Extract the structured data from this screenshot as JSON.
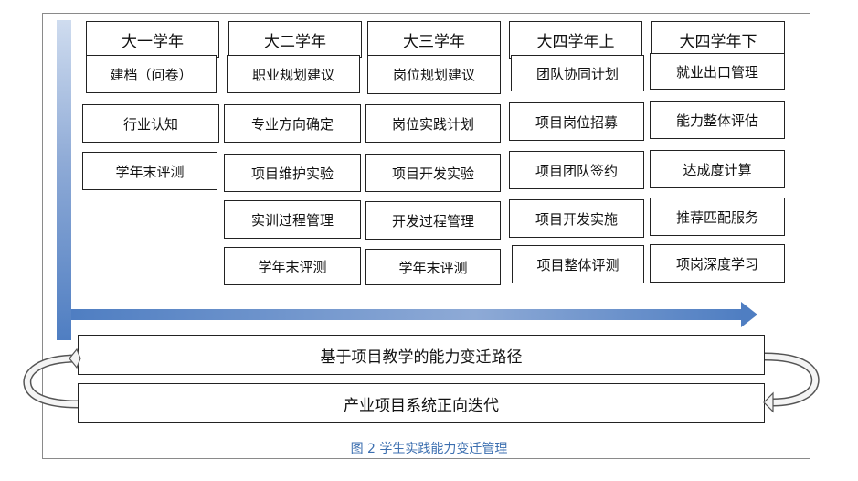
{
  "columns": [
    {
      "header": "大一学年",
      "items": [
        "建档（问卷）",
        "行业认知",
        "学年末评测"
      ]
    },
    {
      "header": "大二学年",
      "items": [
        "职业规划建议",
        "专业方向确定",
        "项目维护实验",
        "实训过程管理",
        "学年末评测"
      ]
    },
    {
      "header": "大三学年",
      "items": [
        "岗位规划建议",
        "岗位实践计划",
        "项目开发实验",
        "开发过程管理",
        "学年末评测"
      ]
    },
    {
      "header": "大四学年上",
      "items": [
        "团队协同计划",
        "项目岗位招募",
        "项目团队签约",
        "项目开发实施",
        "项目整体评测"
      ]
    },
    {
      "header": "大四学年下",
      "items": [
        "就业出口管理",
        "能力整体评估",
        "达成度计算",
        "推荐匹配服务",
        "项岗深度学习"
      ]
    }
  ],
  "bottom": {
    "path_label": "基于项目教学的能力变迁路径",
    "iteration_label": "产业项目系统正向迭代"
  },
  "caption": "图 2 学生实践能力变迁管理",
  "colors": {
    "accent": "#4f7ec2",
    "caption": "#3c6fb0"
  }
}
